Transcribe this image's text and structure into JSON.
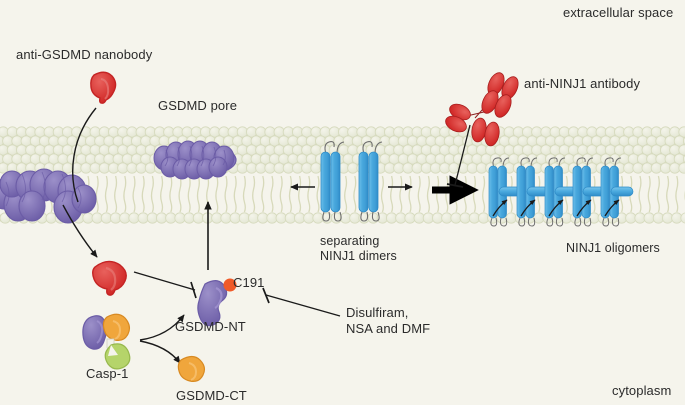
{
  "figure": {
    "title": "GSDMD pore and NINJ1 oligomer membrane rupture schematic",
    "background_color": "#f5f4ec",
    "text_color": "#2b2b2b"
  },
  "compartments": {
    "extracellular_label": "extracellular space",
    "cytoplasm_label": "cytoplasm"
  },
  "labels": {
    "anti_gsdmd_nanobody": "anti-GSDMD nanobody",
    "gsdmd_pore": "GSDMD pore",
    "anti_ninj1_antibody": "anti-NINJ1 antibody",
    "separating_ninj1_dimers_line1": "separating",
    "separating_ninj1_dimers_line2": "NINJ1 dimers",
    "ninj1_oligomers": "NINJ1 oligomers",
    "gsdmd_nt": "GSDMD-NT",
    "gsdmd_ct": "GSDMD-CT",
    "casp1": "Casp-1",
    "c191": "C191",
    "drugs_line1": "Disulfiram,",
    "drugs_line2": "NSA and DMF"
  },
  "colors": {
    "background": "#f5f4ec",
    "membrane_head": "#eceddf",
    "membrane_head_stroke": "#d9dcc2",
    "membrane_tail": "#d7d9ba",
    "gsdmd_purple": "#7d6fb5",
    "gsdmd_purple_dark": "#6b5ca6",
    "gsdmd_purple_light": "#9c90c9",
    "ninj1_blue": "#49a6dd",
    "ninj1_blue_light": "#7cc6ec",
    "ninj1_blue_dark": "#2e8bc6",
    "antibody_red": "#d8302f",
    "antibody_red_light": "#e8615c",
    "nanobody_red": "#e03535",
    "casp1_orange": "#f0a63c",
    "casp1_green": "#b5d46a",
    "c191_orange": "#f05a28",
    "arrow_black": "#1a1a1a"
  },
  "elements": {
    "nanobody_count": 2,
    "antibody_lobes": 6,
    "ninj1_dimer_count": 2,
    "ninj1_oligomer_units": 5,
    "casp1_subunits": 3
  },
  "arrows": {
    "nanobody_to_membrane": "curved line from nanobody to GSDMD in membrane",
    "membrane_to_nanobody_cytosol": "arrow from membrane GSDMD down to cytosolic nanobody",
    "nanobody_inhibits_gsdmd_nt": "T-bar inhibition",
    "drugs_inhibit_c191": "T-bar inhibition",
    "gsdmd_nt_to_pore": "upward arrow to membrane",
    "casp1_cleaves_nt": "curved arrow up-right",
    "casp1_cleaves_ct": "curved arrow down-right",
    "dimer_separation_left": "leftward arrow",
    "dimer_separation_right": "rightward arrow",
    "oligomerization": "thick rightward arrow",
    "antibody_blocks_oligomerization": "T-bar inhibition pointing down"
  }
}
